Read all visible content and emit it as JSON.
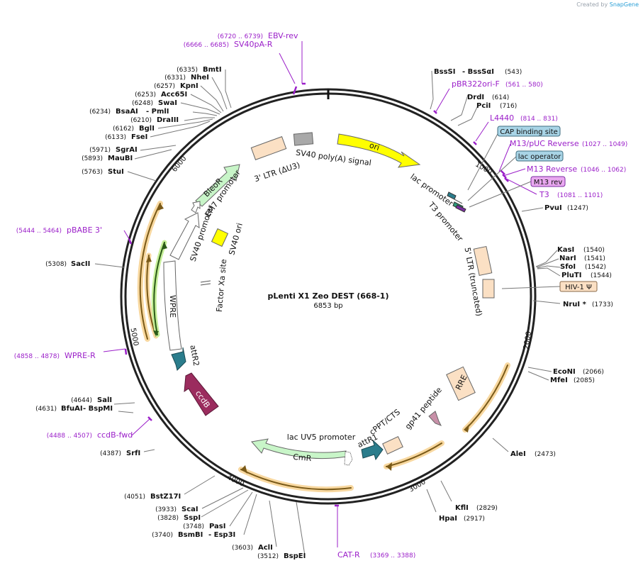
{
  "credit": {
    "prefix": "Created by",
    "brand": "SnapGene"
  },
  "map": {
    "title": "pLenti X1 Zeo DEST (668-1)",
    "length_label": "6853 bp"
  },
  "ticks": [
    "1000",
    "2000",
    "3000",
    "4000",
    "5000",
    "6000"
  ],
  "enzymes": [
    {
      "name": "BmtI",
      "pos": "(6335)"
    },
    {
      "name": "NheI",
      "pos": "(6331)"
    },
    {
      "name": "KpnI",
      "pos": "(6257)"
    },
    {
      "name": "Acc65I",
      "pos": "(6253)"
    },
    {
      "name": "SwaI",
      "pos": "(6248)"
    },
    {
      "name": "BsaAI",
      "name2": "- PmlI",
      "pos": "(6234)"
    },
    {
      "name": "DraIII",
      "pos": "(6210)"
    },
    {
      "name": "BglI",
      "pos": "(6162)"
    },
    {
      "name": "FseI",
      "pos": "(6133)"
    },
    {
      "name": "SgrAI",
      "pos": "(5971)"
    },
    {
      "name": "MauBI",
      "pos": "(5893)"
    },
    {
      "name": "StuI",
      "pos": "(5763)"
    },
    {
      "name": "SacII",
      "pos": "(5308)"
    },
    {
      "name": "SalI",
      "pos": "(4644)"
    },
    {
      "name": "BfuAI",
      "name2": "- BspMI",
      "pos": "(4631)"
    },
    {
      "name": "SrfI",
      "pos": "(4387)"
    },
    {
      "name": "BstZ17I",
      "pos": "(4051)"
    },
    {
      "name": "ScaI",
      "pos": "(3933)"
    },
    {
      "name": "SspI",
      "pos": "(3828)"
    },
    {
      "name": "PasI",
      "pos": "(3748)"
    },
    {
      "name": "BsmBI",
      "name2": "- Esp3I",
      "pos": "(3740)"
    },
    {
      "name": "AclI",
      "pos": "(3603)"
    },
    {
      "name": "BspEI",
      "pos": "(3512)"
    },
    {
      "name": "BssSI",
      "name2": "- BssSαI",
      "pos": "(543)"
    },
    {
      "name": "DrdI",
      "pos": "(614)"
    },
    {
      "name": "PciI",
      "pos": "(716)"
    },
    {
      "name": "PvuI",
      "pos": "(1247)"
    },
    {
      "name": "KasI",
      "pos": "(1540)"
    },
    {
      "name": "NarI",
      "pos": "(1541)"
    },
    {
      "name": "SfoI",
      "pos": "(1542)"
    },
    {
      "name": "PluTI",
      "pos": "(1544)"
    },
    {
      "name": "NruI *",
      "pos": "(1733)"
    },
    {
      "name": "EcoNI",
      "pos": "(2066)"
    },
    {
      "name": "MfeI",
      "pos": "(2085)"
    },
    {
      "name": "AleI",
      "pos": "(2473)"
    },
    {
      "name": "KflI",
      "pos": "(2829)"
    },
    {
      "name": "HpaI",
      "pos": "(2917)"
    }
  ],
  "primers": [
    {
      "name": "EBV-rev",
      "range": "(6720 .. 6739)"
    },
    {
      "name": "SV40pA-R",
      "range": "(6666 .. 6685)"
    },
    {
      "name": "pBR322ori-F",
      "range": "(561 .. 580)"
    },
    {
      "name": "L4440",
      "range": "(814 .. 831)"
    },
    {
      "name": "M13/pUC Reverse",
      "range": "(1027 .. 1049)"
    },
    {
      "name": "M13 Reverse",
      "range": "(1046 .. 1062)"
    },
    {
      "name": "T3",
      "range": "(1081 .. 1101)"
    },
    {
      "name": "pBABE 3'",
      "range": "(5444 .. 5464)"
    },
    {
      "name": "WPRE-R",
      "range": "(4858 .. 4878)"
    },
    {
      "name": "ccdB-fwd",
      "range": "(4488 .. 4507)"
    },
    {
      "name": "CAT-R",
      "range": "(3369 .. 3388)"
    }
  ],
  "boxed_features": [
    {
      "name": "CAP binding site",
      "fill": "#a8d4e6"
    },
    {
      "name": "lac operator",
      "fill": "#a8d4e6"
    },
    {
      "name": "M13 rev",
      "fill": "#e9a8f0"
    },
    {
      "name": "HIV-1 Ψ",
      "fill": "#fbe0c4"
    }
  ],
  "features": [
    {
      "name": "ori",
      "fill": "#ffff00"
    },
    {
      "name": "SV40 poly(A) signal",
      "fill": "#a9a9a9"
    },
    {
      "name": "3' LTR (ΔU3)",
      "fill": "#fbe0c4"
    },
    {
      "name": "BleoR",
      "fill": "#c8f5c8"
    },
    {
      "name": "EM7 promoter",
      "fill": "#ffffff"
    },
    {
      "name": "SV40 promoter",
      "fill": "#ffffff"
    },
    {
      "name": "SV40 ori",
      "fill": "#ffff00"
    },
    {
      "name": "Factor Xa site",
      "fill": "#ffffff"
    },
    {
      "name": "WPRE",
      "fill": "#ffffff"
    },
    {
      "name": "attR2",
      "fill": "#2b7d8c"
    },
    {
      "name": "ccdB",
      "fill": "#9b2c5e"
    },
    {
      "name": "CmR",
      "fill": "#c8f5c8"
    },
    {
      "name": "lac UV5 promoter",
      "fill": "#ffffff"
    },
    {
      "name": "attR1",
      "fill": "#2b7d8c"
    },
    {
      "name": "cPPT/CTS",
      "fill": "#fbe0c4"
    },
    {
      "name": "gp41 peptide",
      "fill": "#c890a8"
    },
    {
      "name": "RRE",
      "fill": "#fbe0c4"
    },
    {
      "name": "5' LTR (truncated)",
      "fill": "#fbe0c4"
    },
    {
      "name": "lac promoter",
      "fill": "#ffffff"
    },
    {
      "name": "T3 promoter",
      "fill": "#ffffff"
    }
  ]
}
